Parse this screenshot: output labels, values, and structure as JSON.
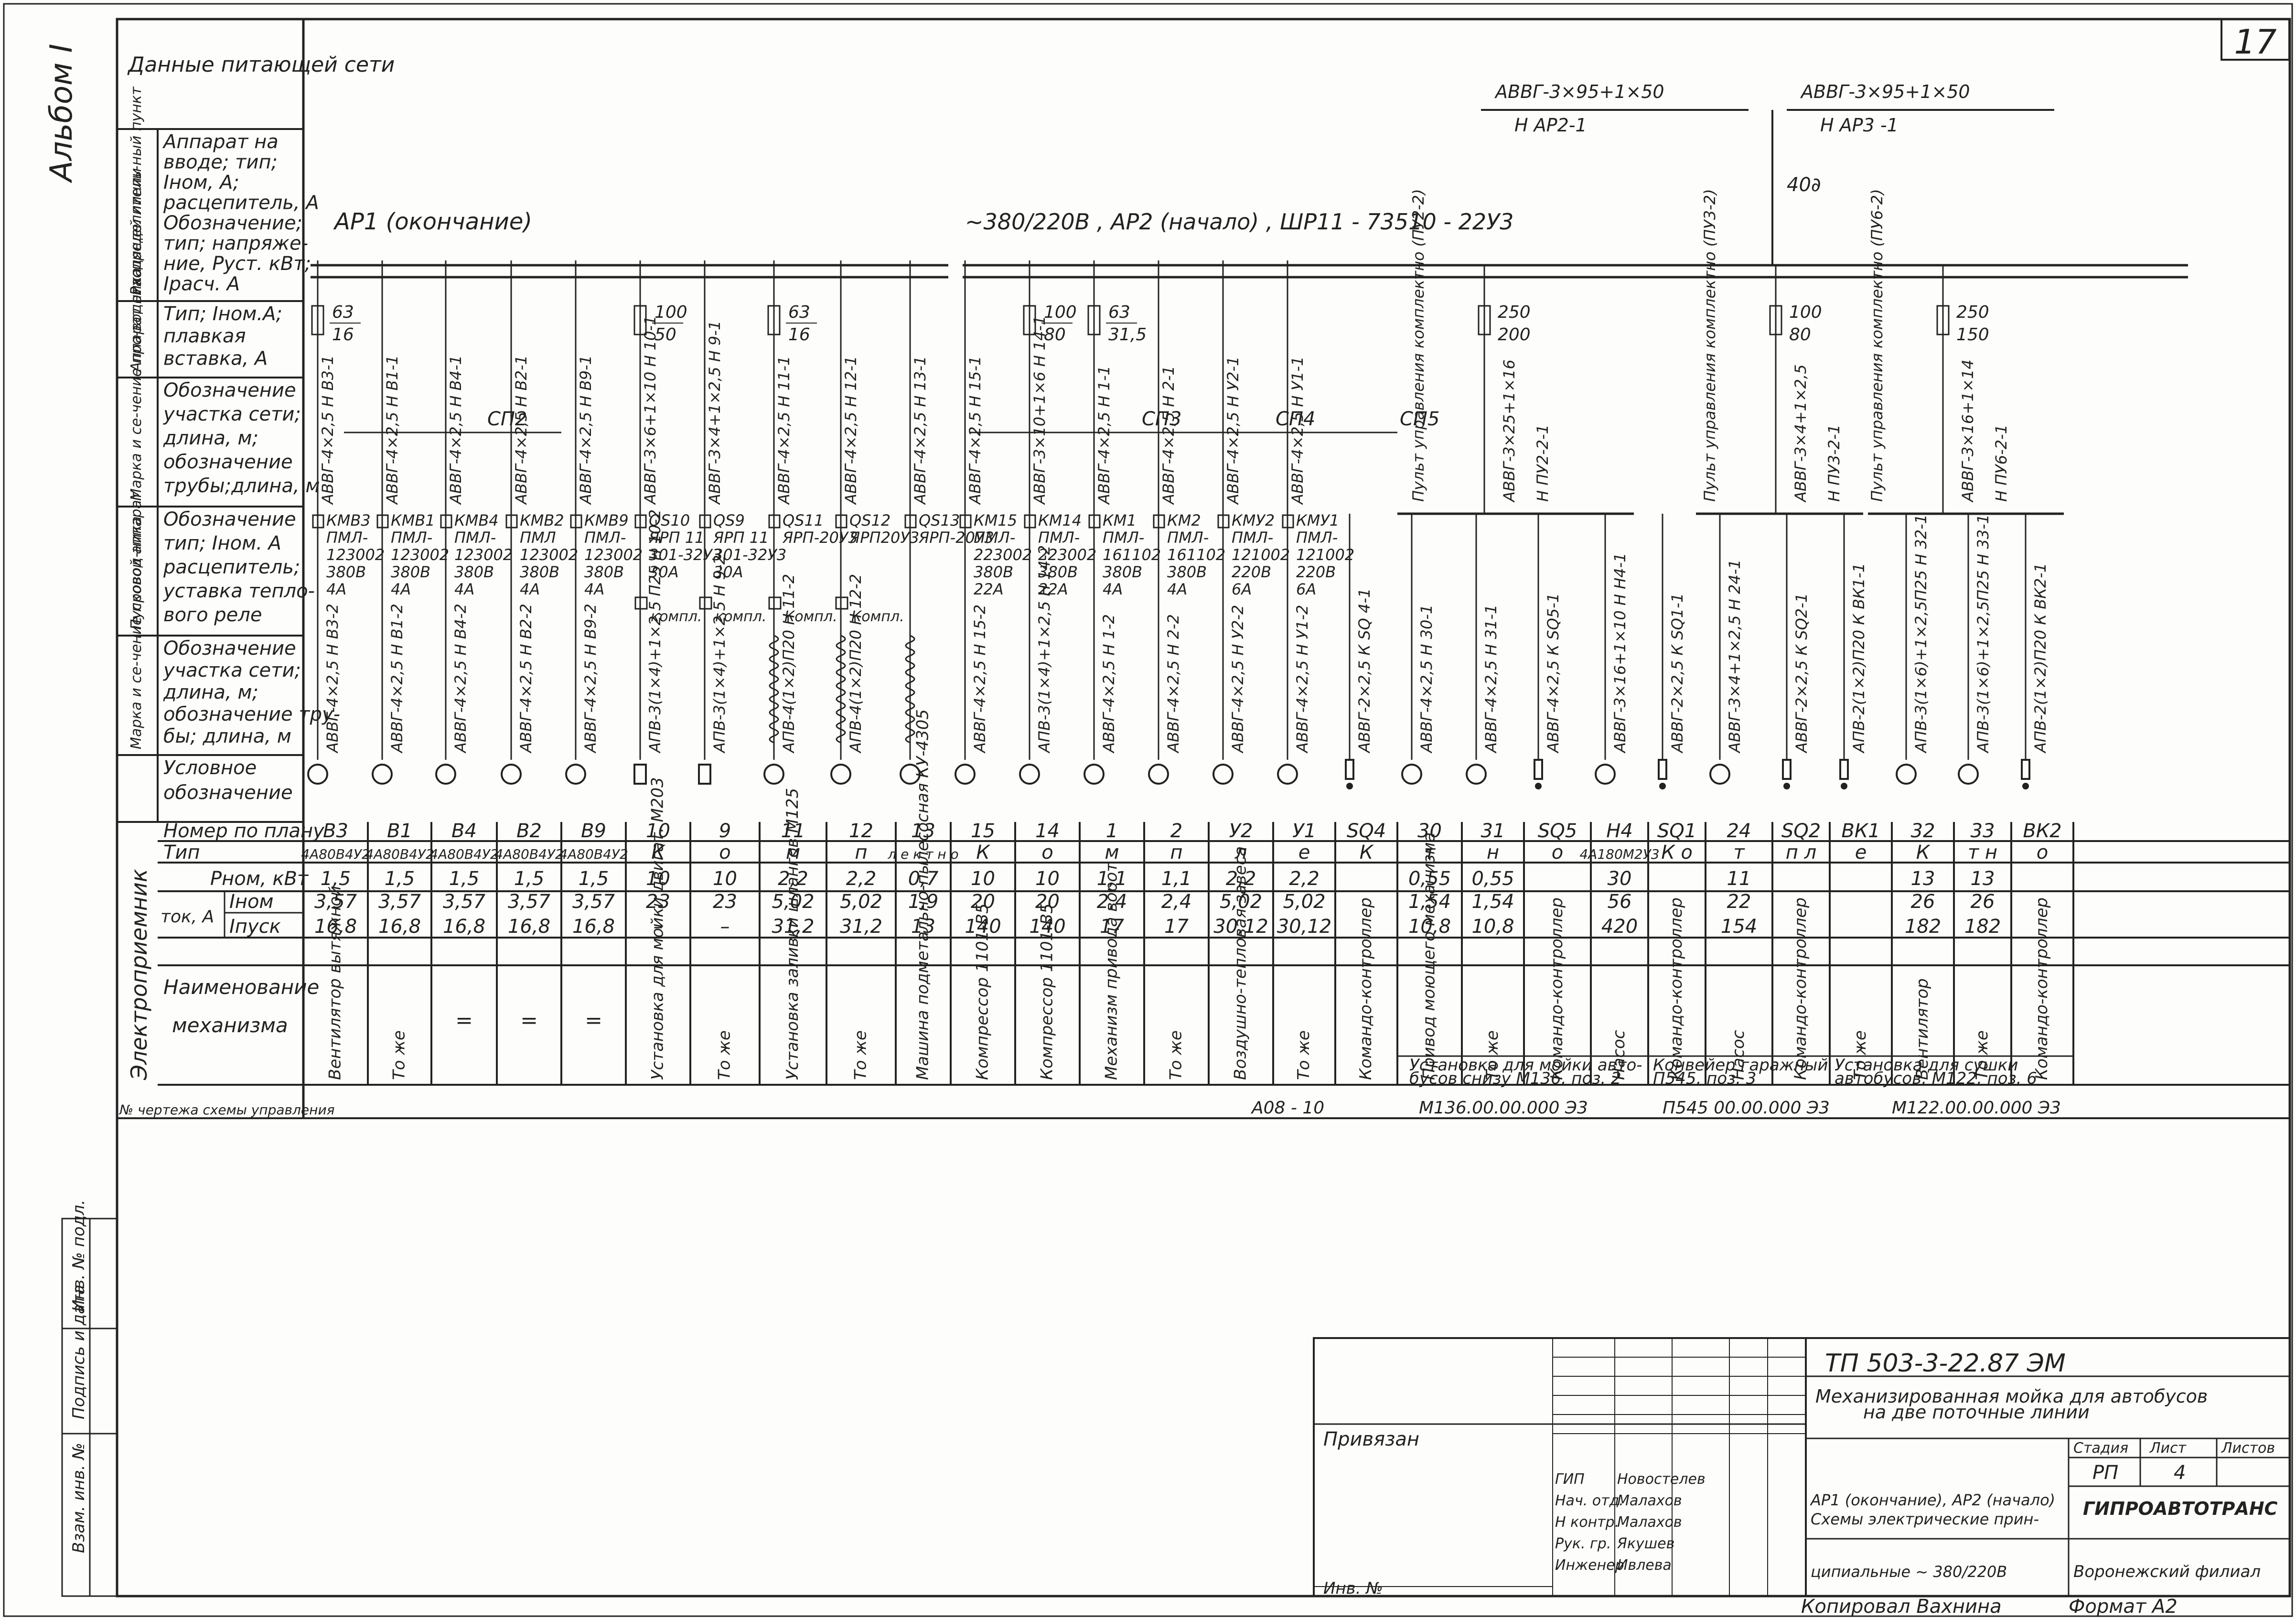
{
  "sheet_number": "17",
  "album_label": "Альбом I",
  "net_header": "Данные питающей сети",
  "feeders": [
    {
      "cable": "АВВГ-3×95+1×50",
      "from": "Н АР2-1"
    },
    {
      "cable": "АВВГ-3×95+1×50",
      "from": "Н АР3 -1"
    }
  ],
  "feeder_length": "40∂",
  "bus_ap1": "АР1 (окончание)",
  "bus_ap2": "~380/220В , АР2 (начало) , ШР11 - 73510 - 22У3",
  "row_labels": [
    {
      "name": "rp",
      "side": "Распределитель-ный пункт",
      "lines": [
        "Аппарат на",
        "вводе; тип;",
        "Iном, А;",
        "расцепитель, А",
        "Обозначение;",
        "тип; напряже-",
        "ние, Руст. кВт;",
        "Iрасч. А"
      ]
    },
    {
      "name": "protect",
      "side": "Аппарат отходящей линии",
      "lines": [
        "Тип; Iном.А;",
        "плавкая",
        "вставка, А"
      ]
    },
    {
      "name": "cable1",
      "side": "Марка и се-чение про-водника",
      "lines": [
        "Обозначение",
        "участка сети;",
        "длина, м;",
        "обозначение",
        "трубы;длина, м"
      ]
    },
    {
      "name": "starter",
      "side": "Пусковой аппарат",
      "lines": [
        "Обозначение",
        "тип; Iном. А",
        "расцепитель;",
        "уставка тепло-",
        "вого реле"
      ]
    },
    {
      "name": "cable2",
      "side": "Марка и се-чение провод-ника",
      "lines": [
        "Обозначение",
        "участка сети;",
        "длина, м;",
        "обозначение тру-",
        "бы; длина, м"
      ]
    },
    {
      "name": "symbol",
      "side": "",
      "lines": [
        "Условное",
        "обозначение"
      ]
    }
  ],
  "table_labels": {
    "plan": "Номер по плану",
    "type": "Тип",
    "p": "Рном, кВт",
    "inom": "Iном",
    "ipusk": "Iпуск",
    "tok": "ток, А",
    "mech1": "Наименование",
    "mech2": "механизма",
    "ep": "Электроприемник",
    "schemes": "№ чертежа схемы управления"
  },
  "branches": [
    {
      "plan": "В3",
      "type": "4А80В4У2",
      "p": "1,5",
      "inom": "3,57",
      "ipusk": "16,8",
      "mech": "Вентилятор вытяжной",
      "cable1": "АВВГ-4×2,5  Н В3-1",
      "cable2": "АВВГ-4×2,5  Н В3-2",
      "starter": [
        "КМВ3",
        "ПМЛ-",
        "123002",
        "380В",
        "4А"
      ],
      "fuse": [
        "63",
        "16"
      ],
      "sym": "c"
    },
    {
      "plan": "В1",
      "type": "4А80В4У2",
      "p": "1,5",
      "inom": "3,57",
      "ipusk": "16,8",
      "mech": "То же",
      "cable1": "АВВГ-4×2,5  Н В1-1",
      "cable2": "АВВГ-4×2,5  Н В1-2",
      "starter": [
        "КМВ1",
        "ПМЛ-",
        "123002",
        "380В",
        "4А"
      ],
      "sym": "c"
    },
    {
      "plan": "В4",
      "type": "4А80В4У2",
      "p": "1,5",
      "inom": "3,57",
      "ipusk": "16,8",
      "mech": "=",
      "cable1": "АВВГ-4×2,5  Н В4-1",
      "cable2": "АВВГ-4×2,5  Н В4-2",
      "starter": [
        "КМВ4",
        "ПМЛ-",
        "123002",
        "380В",
        "4А"
      ],
      "sym": "c"
    },
    {
      "plan": "В2",
      "type": "4А80В4У2",
      "p": "1,5",
      "inom": "3,57",
      "ipusk": "16,8",
      "mech": "=",
      "cable1": "АВВГ-4×2,5  Н В2-1",
      "cable2": "АВВГ-4×2,5  Н В2-2",
      "starter": [
        "КМВ2",
        "ПМЛ",
        "123002",
        "380В",
        "4А"
      ],
      "sym": "c"
    },
    {
      "plan": "В9",
      "type": "4А80В4У2",
      "p": "1,5",
      "inom": "3,57",
      "ipusk": "16,8",
      "mech": "=",
      "cable1": "АВВГ-4×2,5  Н В9-1",
      "cable2": "АВВГ-4×2,5  Н В9-2",
      "starter": [
        "КМВ9",
        "ПМЛ-",
        "123002",
        "380В",
        "4А"
      ],
      "sym": "c"
    },
    {
      "plan": "10",
      "type": "К",
      "p": "10",
      "inom": "23",
      "ipusk": "–",
      "mech": "Установка для мойки двигат. М203",
      "cable1": "АВВГ-3×6+1×10  Н 10-1",
      "cable2": "АПВ-3(1×4)+1×2,5 П25  Н 10-2",
      "starter": [
        "QS10",
        "ЯРП 11",
        "301-32У3",
        "30А"
      ],
      "fuse": [
        "100",
        "50"
      ],
      "sym": "s",
      "kompl": "компл."
    },
    {
      "plan": "9",
      "type": "о",
      "p": "10",
      "inom": "23",
      "ipusk": "–",
      "mech": "То же",
      "cable1": "АВВГ-3×4+1×2,5  Н 9-1",
      "cable2": "АПВ-3(1×4)+1×2,5  Н 9-2",
      "starter": [
        "QS9",
        "ЯРП 11",
        "301-32У3",
        "30А"
      ],
      "sym": "s",
      "kompl": "компл."
    },
    {
      "plan": "11",
      "type": "м",
      "p": "2,2",
      "inom": "5,02",
      "ipusk": "31,2",
      "mech": "Установка заливки шлангов М125",
      "cable1": "АВВГ-4×2,5  Н 11-1",
      "cable2": "АПВ-4(1×2)П20  Н 11-2",
      "starter": [
        "QS11",
        "ЯРП-20У3"
      ],
      "fuse": [
        "63",
        "16"
      ],
      "sym": "c",
      "kompl": "Компл.",
      "wavy": true
    },
    {
      "plan": "12",
      "type": "п",
      "p": "2,2",
      "inom": "5,02",
      "ipusk": "31,2",
      "mech": "То же",
      "cable1": "АВВГ-4×2,5  Н 12-1",
      "cable2": "АПВ-4(1×2)П20  Н 12-2",
      "starter": [
        "QS12",
        "ЯРП20У3"
      ],
      "sym": "c",
      "kompl": "Компл.",
      "wavy": true
    },
    {
      "plan": "13",
      "type": "л е к т н о",
      "p": "0,7",
      "inom": "1,9",
      "ipusk": "13",
      "mech": "Машина подметально-пылесосная КУ-4305",
      "cable1": "АВВГ-4×2,5  Н 13-1",
      "cable2": "",
      "starter": [
        "QS13",
        "ЯРП-20У3"
      ],
      "sym": "c",
      "wavy": true
    },
    {
      "plan": "15",
      "type": "К",
      "p": "10",
      "inom": "20",
      "ipusk": "140",
      "mech": "Компрессор 1101-В5",
      "cable1": "АВВГ-4×2,5  Н 15-1",
      "cable2": "АВВГ-4×2,5  Н 15-2",
      "starter": [
        "КМ15",
        "ПМЛ-",
        "223002",
        "380В",
        "22А"
      ],
      "sym": "c"
    },
    {
      "plan": "14",
      "type": "о",
      "p": "10",
      "inom": "20",
      "ipusk": "140",
      "mech": "Компрессор 1101-В5",
      "cable1": "АВВГ-3×10+1×6  Н 14-1",
      "cable2": "АПВ-3(1×4)+1×2,5  Н 14-2",
      "starter": [
        "КМ14",
        "ПМЛ-",
        "223002",
        "380В",
        "22А"
      ],
      "fuse": [
        "100",
        "80"
      ],
      "sym": "c"
    },
    {
      "plan": "1",
      "type": "м",
      "p": "1,1",
      "inom": "2,4",
      "ipusk": "17",
      "mech": "Механизм привода ворот",
      "cable1": "АВВГ-4×2,5  Н 1-1",
      "cable2": "АВВГ-4×2,5  Н 1-2",
      "starter": [
        "КМ1",
        "ПМЛ-",
        "161102",
        "380В",
        "4А"
      ],
      "fuse": [
        "63",
        "31,5"
      ],
      "sym": "c"
    },
    {
      "plan": "2",
      "type": "п",
      "p": "1,1",
      "inom": "2,4",
      "ipusk": "17",
      "mech": "То же",
      "cable1": "АВВГ-4×2,5  Н 2-1",
      "cable2": "АВВГ-4×2,5  Н 2-2",
      "starter": [
        "КМ2",
        "ПМЛ-",
        "161102",
        "380В",
        "4А"
      ],
      "sym": "c"
    },
    {
      "plan": "У2",
      "type": "л",
      "p": "2,2",
      "inom": "5,02",
      "ipusk": "30,12",
      "mech": "Воздушно-тепловая завеса",
      "cable1": "АВВГ-4×2,5  Н У2-1",
      "cable2": "АВВГ-4×2,5  Н У2-2",
      "starter": [
        "КМУ2",
        "ПМЛ-",
        "121002",
        "220В",
        "6А"
      ],
      "sym": "c"
    },
    {
      "plan": "У1",
      "type": "е",
      "p": "2,2",
      "inom": "5,02",
      "ipusk": "30,12",
      "mech": "То же",
      "cable1": "АВВГ-4×2,5  Н У1-1",
      "cable2": "АВВГ-4×2,5  Н У1-2",
      "starter": [
        "КМУ1",
        "ПМЛ-",
        "121002",
        "220В",
        "6А"
      ],
      "sym": "c"
    },
    {
      "plan": "SQ4",
      "type": "К",
      "p": "",
      "inom": "",
      "ipusk": "",
      "mech": "Командо-контроллер",
      "cable1": "",
      "cable2": "АВВГ-2×2,5  К SQ 4-1",
      "sym": "k"
    },
    {
      "plan": "30",
      "type": "т",
      "p": "0,55",
      "inom": "1,54",
      "ipusk": "10,8",
      "mech": "Привод моющего механизма",
      "cable1": "",
      "cable2": "АВВГ-4×2,5  Н 30-1",
      "sym": "c"
    },
    {
      "plan": "31",
      "type": "н",
      "p": "0,55",
      "inom": "1,54",
      "ipusk": "10,8",
      "mech": "То же",
      "cable1": "",
      "cable2": "АВВГ-4×2,5  Н 31-1",
      "sym": "c"
    },
    {
      "plan": "SQ5",
      "type": "о",
      "p": "",
      "inom": "",
      "ipusk": "",
      "mech": "Командо-контроллер",
      "cable1": "",
      "cable2": "АВВГ-4×2,5  К SQ5-1",
      "sym": "k"
    },
    {
      "plan": "Н4",
      "type": "4А180М2У3",
      "p": "30",
      "inom": "56",
      "ipusk": "420",
      "mech": "Насос",
      "cable1": "",
      "cable2": "АВВГ-3×16+1×10  Н Н4-1",
      "sym": "c"
    },
    {
      "plan": "SQ1",
      "type": "К о",
      "p": "",
      "inom": "",
      "ipusk": "",
      "mech": "Командо-контроллер",
      "cable1": "",
      "cable2": "АВВГ-2×2,5  К SQ1-1",
      "sym": "k"
    },
    {
      "plan": "24",
      "type": "т",
      "p": "11",
      "inom": "22",
      "ipusk": "154",
      "mech": "Насос",
      "cable1": "",
      "cable2": "АВВГ-3×4+1×2,5  Н 24-1",
      "sym": "c"
    },
    {
      "plan": "SQ2",
      "type": "п л",
      "p": "",
      "inom": "",
      "ipusk": "",
      "mech": "Командо-контроллер",
      "cable1": "",
      "cable2": "АВВГ-2×2,5  К SQ2-1",
      "sym": "k"
    },
    {
      "plan": "ВК1",
      "type": "е",
      "p": "",
      "inom": "",
      "ipusk": "",
      "mech": "То же",
      "cable1": "",
      "cable2": "АПВ-2(1×2)П20  К ВК1-1",
      "sym": "k"
    },
    {
      "plan": "32",
      "type": "К",
      "p": "13",
      "inom": "26",
      "ipusk": "182",
      "mech": "Вентилятор",
      "cable1": "",
      "cable2": "АПВ-3(1×6)+1×2,5П25  Н 32-1",
      "sym": "c"
    },
    {
      "plan": "33",
      "type": "т н",
      "p": "13",
      "inom": "26",
      "ipusk": "182",
      "mech": "То же",
      "cable1": "",
      "cable2": "АПВ-3(1×6)+1×2,5П25  Н 33-1",
      "sym": "c"
    },
    {
      "plan": "ВК2",
      "type": "о",
      "p": "",
      "inom": "",
      "ipusk": "",
      "mech": "Командо-контроллер",
      "cable1": "",
      "cable2": "АПВ-2(1×2)П20  К ВК2-1",
      "sym": "k"
    }
  ],
  "groups": [
    {
      "label": "СП2"
    },
    {
      "label": "СП3"
    },
    {
      "label": "СП4"
    },
    {
      "label": "СП5"
    }
  ],
  "panels": [
    {
      "name": "Пульт управления комплектно (ПУ2-2)",
      "cable": "АВВГ-3×25+1×16",
      "line": "Н ПУ2-2-1",
      "fuse": [
        "250",
        "200"
      ]
    },
    {
      "name": "Пульт управления комплектно (ПУ3-2)",
      "cable": "АВВГ-3×4+1×2,5",
      "line": "Н ПУ3-2-1",
      "fuse": [
        "100",
        "80"
      ]
    },
    {
      "name": "Пульт управления комплектно (ПУ6-2)",
      "cable": "АВВГ-3×16+1×14",
      "line": "Н ПУ6-2-1",
      "fuse": [
        "250",
        "150"
      ]
    }
  ],
  "mech_groups": [
    {
      "text1": "Установка для мойки авто-",
      "text2": "бусов снизу   М136, поз. 2"
    },
    {
      "text1": "Конвейер гаражный",
      "text2": "П545, поз. 3"
    },
    {
      "text1": "Установка для сушки",
      "text2": "автобусов, М122, поз. 6"
    }
  ],
  "scheme_numbers": [
    "А08 - 10",
    "М136.00.00.000 Э3",
    "П545 00.00.000 Э3",
    "М122.00.00.000 Э3"
  ],
  "left_stamp": [
    "Инв. № подл.",
    "Подпись и дата",
    "Взам. инв. №"
  ],
  "title_block": {
    "code": "ТП     503-3-22.87         ЭМ",
    "title1": "Механизированная мойка для автобусов",
    "title2": "на две поточные линии",
    "privyazan": "Привязан",
    "inv": "Инв. №",
    "stage_hdr": [
      "Стадия",
      "Лист",
      "Листов"
    ],
    "stage": "РП",
    "sheet": "4",
    "desc1": "АР1 (окончание), АР2 (начало)",
    "desc2": "Схемы электрические прин-",
    "desc3": "ципиальные ~ 380/220В",
    "org1": "ГИПРОАВТОТРАНС",
    "org2": "Воронежский филиал",
    "signers": [
      {
        "role": "ГИП",
        "name": "Новостелев"
      },
      {
        "role": "Нач. отд.",
        "name": "Малахов"
      },
      {
        "role": "Н контр.",
        "name": "Малахов"
      },
      {
        "role": "Рук. гр.",
        "name": "Якушев"
      },
      {
        "role": "Инженер",
        "name": "Ивлева"
      }
    ]
  },
  "copied": "Копировал  Вахнина",
  "format": "Формат  А2"
}
